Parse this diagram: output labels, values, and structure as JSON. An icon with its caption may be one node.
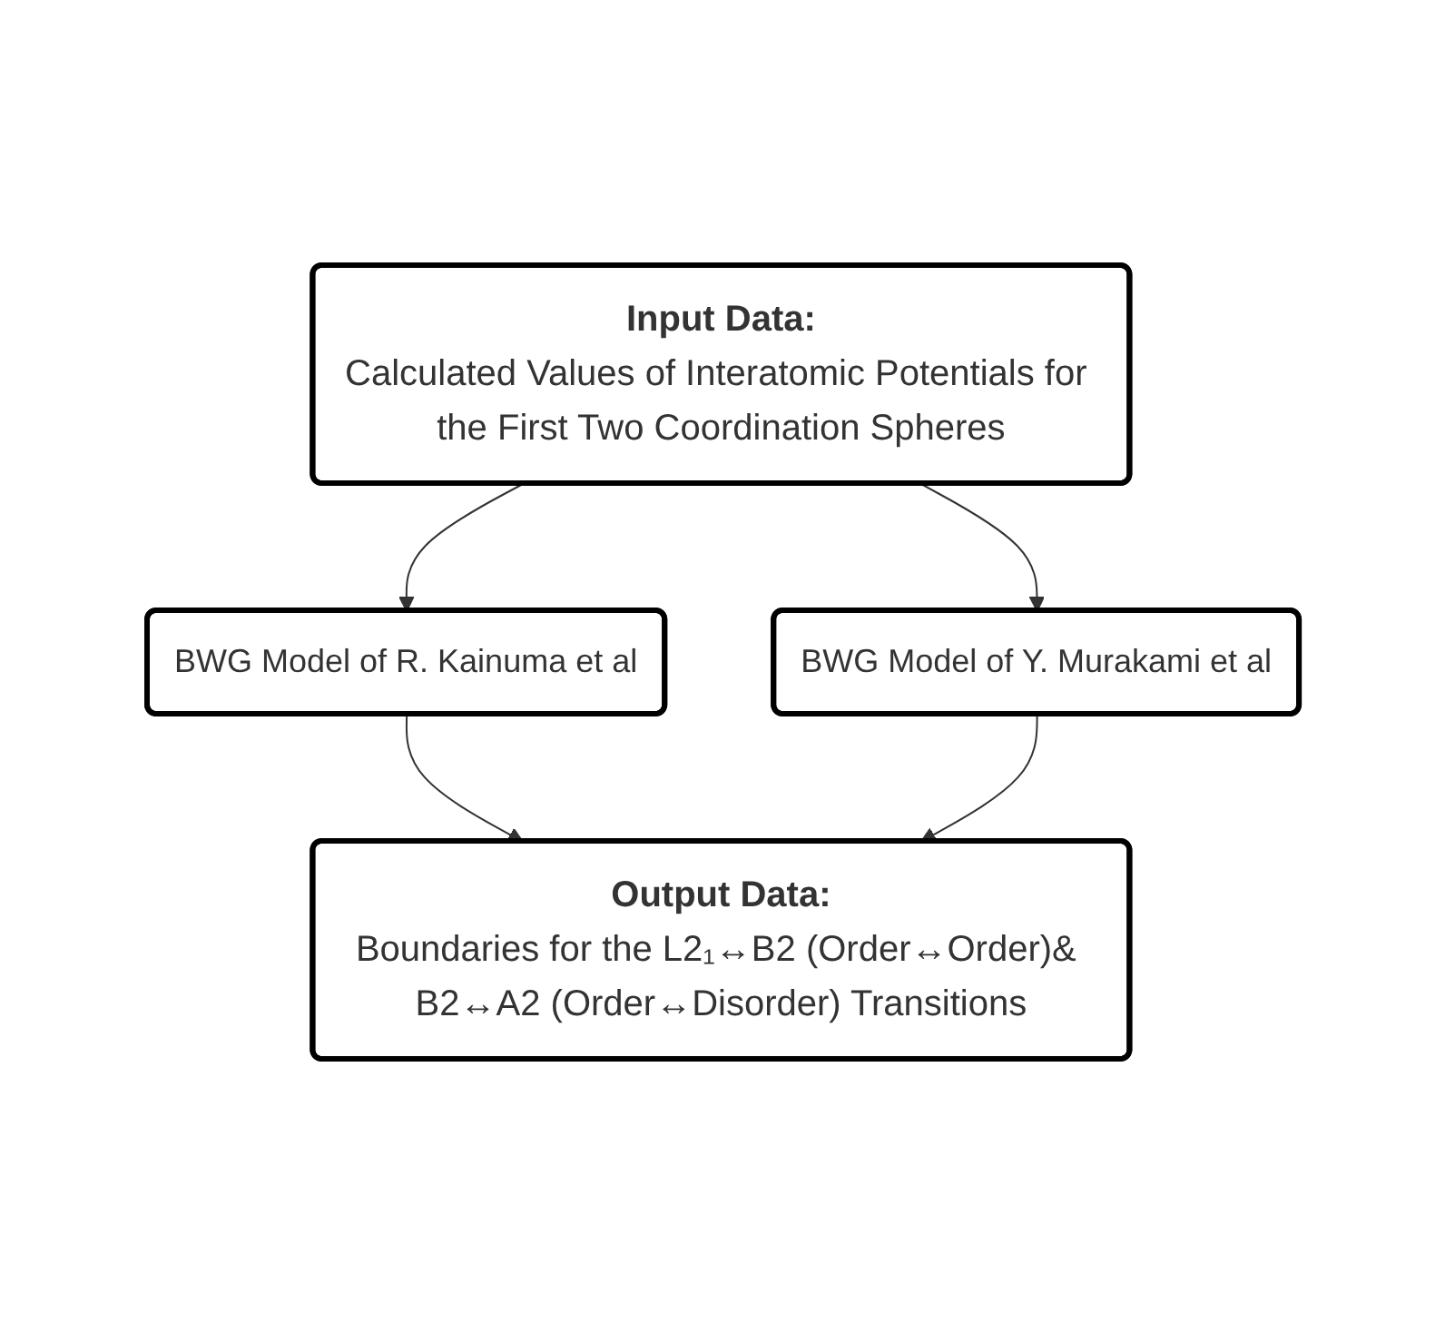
{
  "diagram": {
    "nodes": [
      {
        "text": [
          "Input Data:",
          "Calculated Values of Interatomic Potentials for the First Two Coordination Spheres"
        ]
      },
      {
        "text": [
          "BWG Model of R. Kainuma et al"
        ]
      },
      {
        "text": [
          "BWG Model of Y. Murakami et al"
        ]
      },
      {
        "text": [
          "Output Data:",
          "Boundaries for the L2₁↔B2 (Order↔Order)& B2↔A2 (Order↔Disorder) Transitions"
        ]
      }
    ],
    "edges": [
      {
        "from": 0,
        "to": 1,
        "arrow": "to"
      },
      {
        "from": 0,
        "to": 2,
        "arrow": "to"
      },
      {
        "from": 1,
        "to": 3,
        "arrow": "to"
      },
      {
        "from": 2,
        "to": 3,
        "arrow": "to"
      }
    ]
  }
}
